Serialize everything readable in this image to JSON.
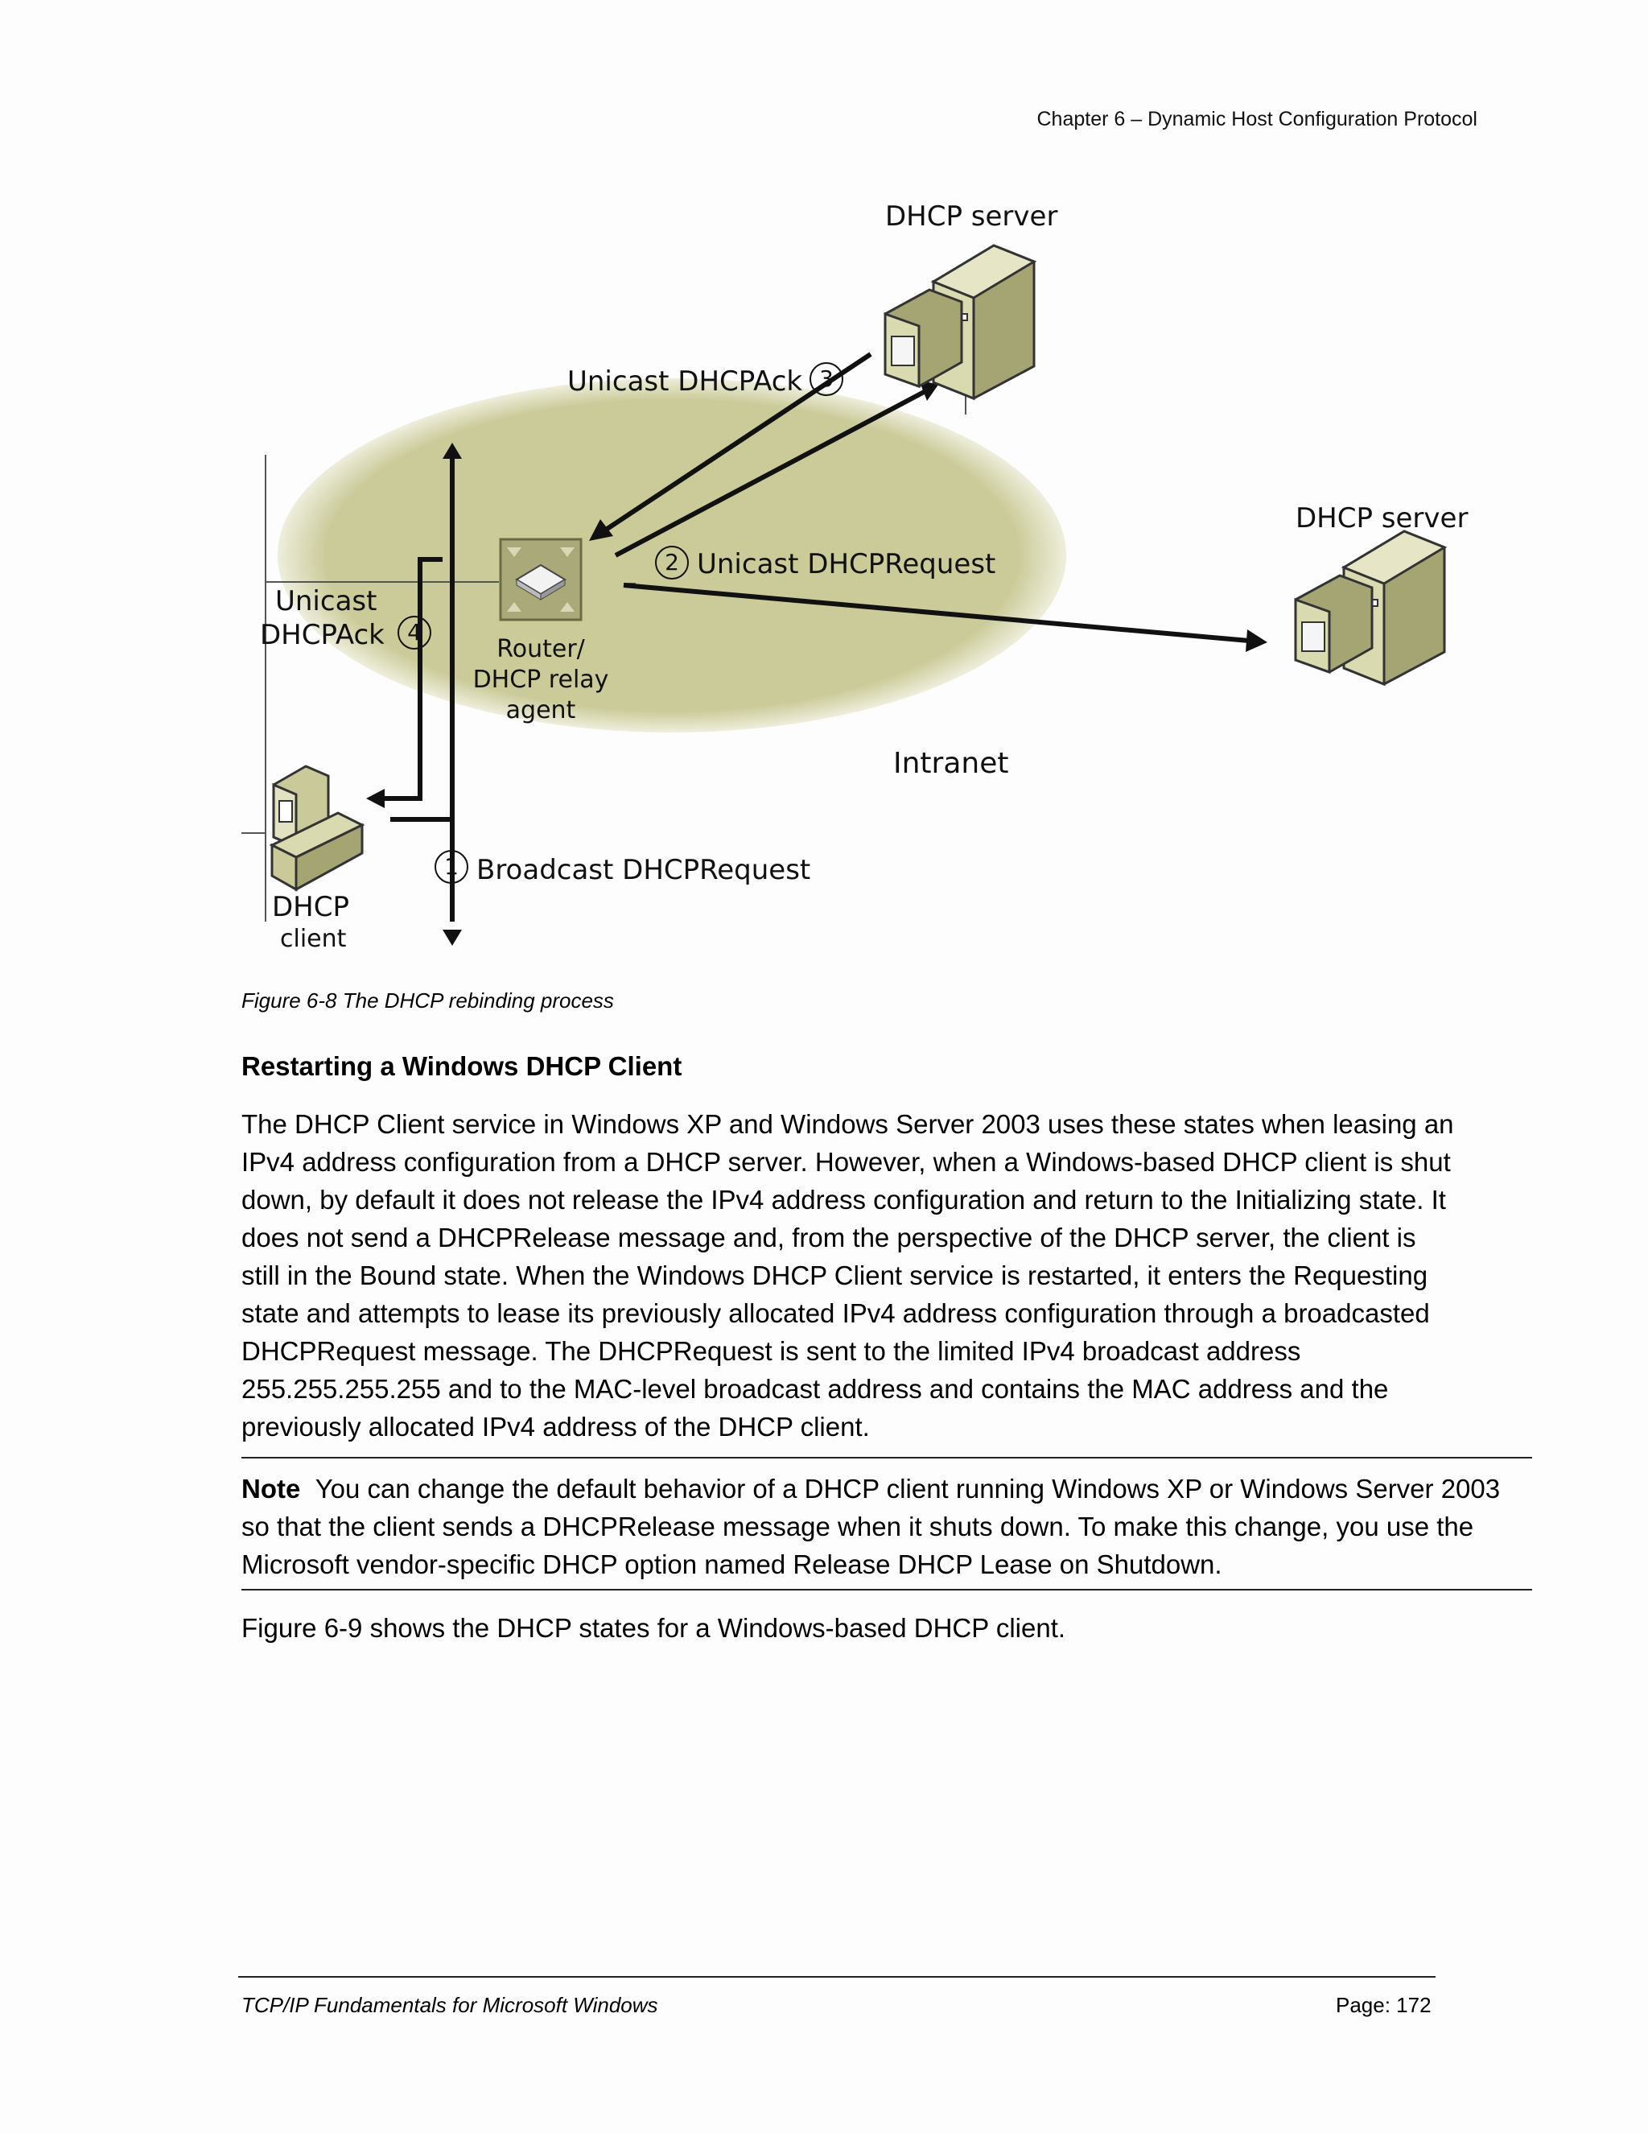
{
  "header": {
    "chapter": "Chapter 6 – Dynamic Host Configuration Protocol"
  },
  "diagram": {
    "server_top_label": "DHCP server",
    "server_right_label": "DHCP server",
    "step3_label": "Unicast DHCPAck",
    "step3_num": "3",
    "step2_label": "Unicast DHCPRequest",
    "step2_num": "2",
    "step4_line1": "Unicast",
    "step4_line2": "DHCPAck",
    "step4_num": "4",
    "router_line1": "Router/",
    "router_line2": "DHCP relay",
    "router_line3": "agent",
    "intranet_label": "Intranet",
    "step1_label": "Broadcast DHCPRequest",
    "step1_num": "1",
    "client_line1": "DHCP",
    "client_line2": "client"
  },
  "figure_caption": "Figure 6-8  The DHCP rebinding process",
  "section_heading": "Restarting a Windows DHCP Client",
  "body_lines": [
    "The DHCP Client service in Windows XP and Windows Server 2003 uses these states when leasing an",
    "IPv4 address configuration from a DHCP server. However, when a Windows-based DHCP client is shut",
    "down, by default it does not release the IPv4 address configuration and return to the Initializing state. It",
    "does not send a DHCPRelease message and, from the perspective of the DHCP server, the client is",
    "still in the Bound state. When the Windows DHCP Client service is restarted, it enters the Requesting",
    "state and attempts to lease its previously allocated IPv4 address configuration through a broadcasted",
    "DHCPRequest message. The DHCPRequest is sent to the limited IPv4 broadcast address",
    "255.255.255.255 and to the MAC-level broadcast address and contains the MAC address and the",
    "previously allocated IPv4 address of the DHCP client."
  ],
  "note": {
    "label": "Note",
    "line1": "You can change the default behavior of a DHCP client running Windows XP or Windows Server 2003",
    "line2": "so that the client sends a DHCPRelease message when it shuts down. To make this change, you use the",
    "line3": "Microsoft vendor-specific DHCP option named Release DHCP Lease on Shutdown."
  },
  "followup_text": "Figure 6-9 shows the DHCP states for a Windows-based DHCP client.",
  "footer": {
    "book_title": "TCP/IP Fundamentals for Microsoft Windows",
    "page": "Page: 172"
  }
}
